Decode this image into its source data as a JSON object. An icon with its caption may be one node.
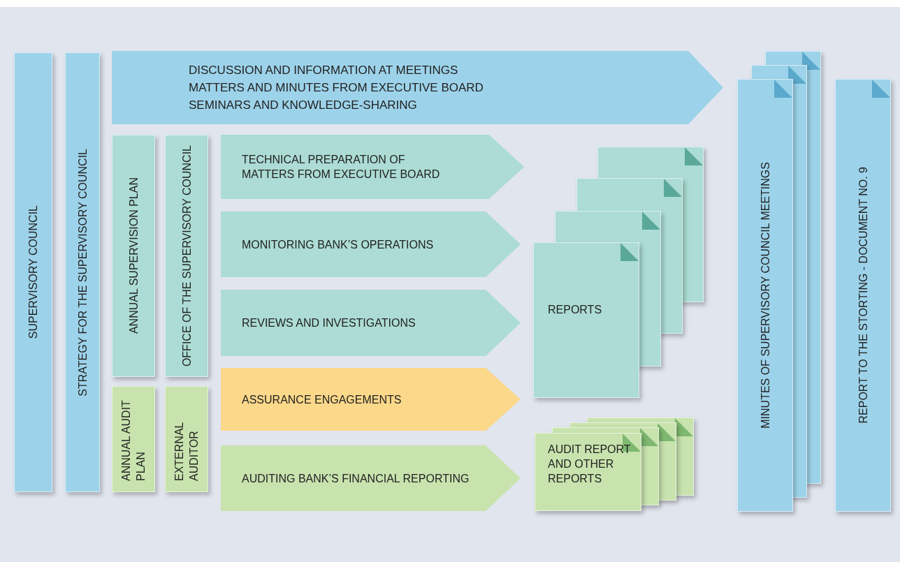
{
  "diagram": {
    "nodes": [
      {
        "text": [
          "SUPERVISORY COUNCIL"
        ]
      },
      {
        "text": [
          "STRATEGY FOR THE SUPERVISORY COUNCIL"
        ]
      },
      {
        "text": [
          "DISCUSSION AND INFORMATION AT MEETINGS",
          "MATTERS AND MINUTES FROM EXECUTIVE BOARD",
          "SEMINARS AND KNOWLEDGE-SHARING"
        ]
      },
      {
        "text": [
          "ANNUAL SUPERVISION PLAN"
        ]
      },
      {
        "text": [
          "OFFICE OF THE SUPERVISORY COUNCIL"
        ]
      },
      {
        "text": [
          "TECHNICAL PREPARATION OF MATTERS FROM EXECUTIVE BOARD"
        ]
      },
      {
        "text": [
          "MONITORING BANK’S OPERATIONS"
        ]
      },
      {
        "text": [
          "REVIEWS AND INVESTIGATIONS"
        ]
      },
      {
        "text": [
          "ASSURANCE ENGAGEMENTS"
        ]
      },
      {
        "text": [
          "ANNUAL AUDIT PLAN"
        ]
      },
      {
        "text": [
          "EXTERNAL AUDITOR"
        ]
      },
      {
        "text": [
          "AUDITING BANK’S FINANCIAL REPORTING"
        ]
      },
      {
        "text": [
          "REPORTS"
        ]
      },
      {
        "text": [
          "AUDIT REPORT AND OTHER REPORTS"
        ]
      },
      {
        "text": [
          "MINUTES OF SUPERVISORY COUNCIL MEETINGS"
        ]
      },
      {
        "text": [
          "REPORT TO THE STORTING - DOCUMENT NO. 9"
        ]
      },
      {
        "text": [],
        "shape": "document"
      },
      {
        "text": [],
        "shape": "document"
      },
      {
        "text": [],
        "shape": "document"
      },
      {
        "text": [],
        "shape": "document"
      },
      {
        "text": [],
        "shape": "document"
      },
      {
        "text": [],
        "shape": "document"
      },
      {
        "text": [],
        "shape": "document"
      },
      {
        "text": [],
        "shape": "document"
      }
    ]
  }
}
